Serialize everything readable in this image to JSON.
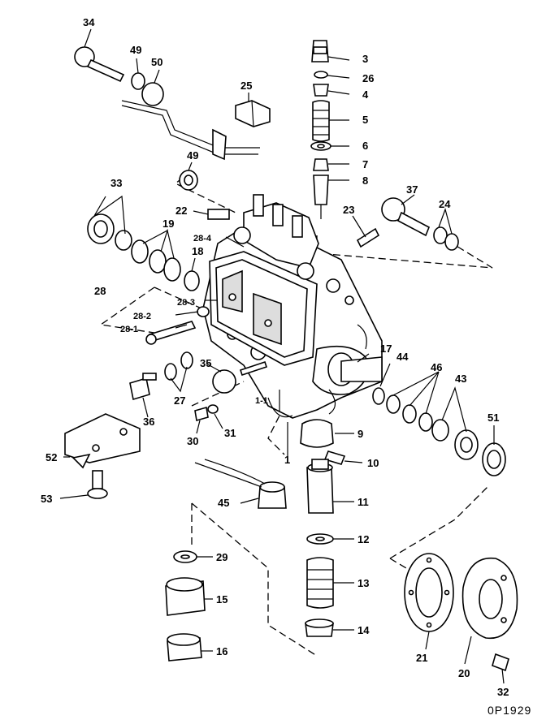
{
  "reference_code": "0P1929",
  "callouts": {
    "c1": "1",
    "c1_1": "1-1",
    "c3": "3",
    "c4": "4",
    "c5": "5",
    "c6": "6",
    "c7": "7",
    "c8": "8",
    "c9": "9",
    "c10": "10",
    "c11": "11",
    "c12": "12",
    "c13": "13",
    "c14": "14",
    "c15": "15",
    "c16": "16",
    "c17": "17",
    "c18": "18",
    "c19": "19",
    "c20": "20",
    "c21": "21",
    "c22": "22",
    "c23": "23",
    "c24": "24",
    "c25": "25",
    "c26": "26",
    "c27": "27",
    "c28": "28",
    "c28_1": "28-1",
    "c28_2": "28-2",
    "c28_3": "28-3",
    "c28_4": "28-4",
    "c29": "29",
    "c30": "30",
    "c31": "31",
    "c32": "32",
    "c33": "33",
    "c34": "34",
    "c35": "35",
    "c36": "36",
    "c37": "37",
    "c43": "43",
    "c44": "44",
    "c45": "45",
    "c46": "46",
    "c49a": "49",
    "c49b": "49",
    "c50": "50",
    "c51": "51",
    "c52": "52",
    "c53": "53"
  }
}
